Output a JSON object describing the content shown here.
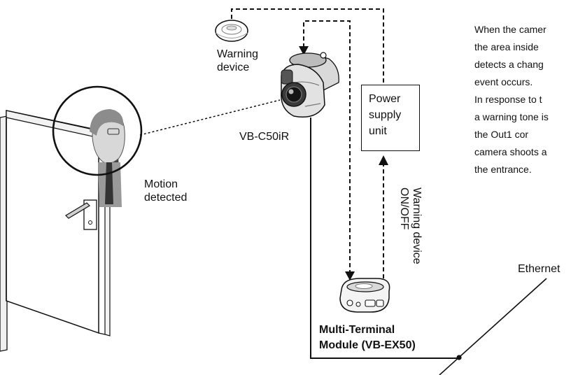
{
  "description_lines": [
    "When the camer",
    "the area inside",
    "detects a chang",
    "event occurs.",
    "In response to t",
    "a warning tone is",
    "the Out1 cor",
    "camera shoots a",
    "the entrance."
  ],
  "labels": {
    "warning_device": [
      "Warning",
      "device"
    ],
    "camera": "VB-C50iR",
    "motion": [
      "Motion",
      "detected"
    ],
    "power_supply": [
      "Power",
      "supply",
      "unit"
    ],
    "signal": [
      "Warning device",
      "ON/OFF"
    ],
    "ethernet": "Ethernet",
    "module": [
      "Multi-Terminal",
      "Module (VB-EX50)"
    ]
  }
}
